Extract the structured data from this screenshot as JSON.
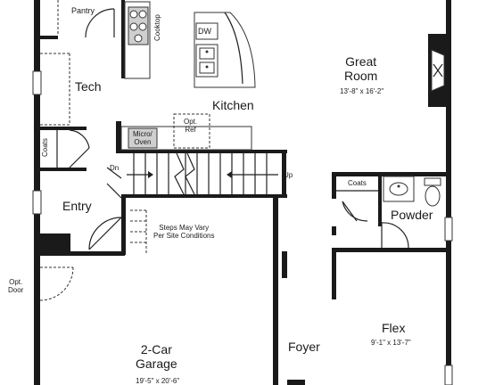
{
  "rooms": {
    "pantry": "Pantry",
    "tech": "Tech",
    "kitchen": "Kitchen",
    "great_room": "Great\nRoom",
    "great_room_dim": "13'-8\" x 16'-2\"",
    "entry": "Entry",
    "powder": "Powder",
    "flex": "Flex",
    "flex_dim": "9'-1\" x 13'-7\"",
    "foyer": "Foyer",
    "garage": "2-Car\nGarage",
    "garage_dim": "19'-5\" x 20'-6\""
  },
  "labels": {
    "cooktop": "Cooktop",
    "dw": "DW",
    "micro_oven": "Micro/\nOven",
    "opt_ref": "Opt.\nRef",
    "coats_left": "Coats",
    "coats_powder": "Coats",
    "dn": "Dn",
    "up": "Up",
    "steps_note": "Steps May Vary\nPer Site Conditions",
    "opt_door": "Opt.\nDoor"
  }
}
